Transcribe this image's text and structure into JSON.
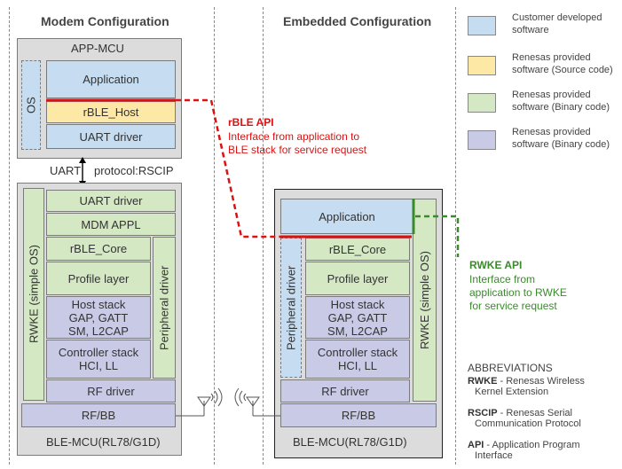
{
  "sections": {
    "modem_title": "Modem Configuration",
    "embedded_title": "Embedded Configuration"
  },
  "legend": [
    {
      "line1": "Customer developed",
      "line2": "software",
      "color": "#c6dcf0"
    },
    {
      "line1": "Renesas provided",
      "line2": "software (Source code)",
      "color": "#fde8a6"
    },
    {
      "line1": "Renesas provided",
      "line2": "software (Binary code)",
      "color": "#d4e8c4"
    },
    {
      "line1": "Renesas provided",
      "line2": "software (Binary code)",
      "color": "#c9cbe6"
    }
  ],
  "modem": {
    "app_mcu_label": "APP-MCU",
    "os": "OS",
    "application": "Application",
    "rble_host": "rBLE_Host",
    "uart_driver_top": "UART driver",
    "uart_link": "UART",
    "protocol": "protocol:RSCIP",
    "uart_driver": "UART driver",
    "mdm_appl": "MDM APPL",
    "rble_core": "rBLE_Core",
    "profile_layer": "Profile layer",
    "host_stack": [
      "Host stack",
      "GAP, GATT",
      "SM, L2CAP"
    ],
    "controller_stack": [
      "Controller stack",
      "HCI, LL"
    ],
    "rwke": "RWKE (simple OS)",
    "peripheral": "Peripheral driver",
    "rf_driver": "RF driver",
    "rf_bb": "RF/BB",
    "chip_label": "BLE-MCU(RL78/G1D)"
  },
  "embedded": {
    "application": "Application",
    "rble_core": "rBLE_Core",
    "profile_layer": "Profile layer",
    "host_stack": [
      "Host stack",
      "GAP, GATT",
      "SM, L2CAP"
    ],
    "controller_stack": [
      "Controller stack",
      "HCI, LL"
    ],
    "rwke": "RWKE (simple OS)",
    "peripheral": "Peripheral driver",
    "rf_driver": "RF driver",
    "rf_bb": "RF/BB",
    "chip_label": "BLE-MCU(RL78/G1D)"
  },
  "rble_api": {
    "title": "rBLE  API",
    "desc": [
      "Interface from application to",
      "BLE stack for service request"
    ],
    "color": "#d11111"
  },
  "rwke_api": {
    "title": "RWKE  API",
    "desc": [
      "Interface from",
      "application to RWKE",
      "for service request"
    ],
    "color": "#3a8a2c"
  },
  "abbreviations": {
    "title": "ABBREVIATIONS",
    "items": [
      {
        "key": "RWKE",
        "line1": " - Renesas Wireless",
        "line2": "Kernel Extension"
      },
      {
        "key": "RSCIP",
        "line1": " - Renesas Serial",
        "line2": "Communication Protocol"
      },
      {
        "key": "API",
        "line1": " - Application Program",
        "line2": "Interface"
      }
    ]
  }
}
